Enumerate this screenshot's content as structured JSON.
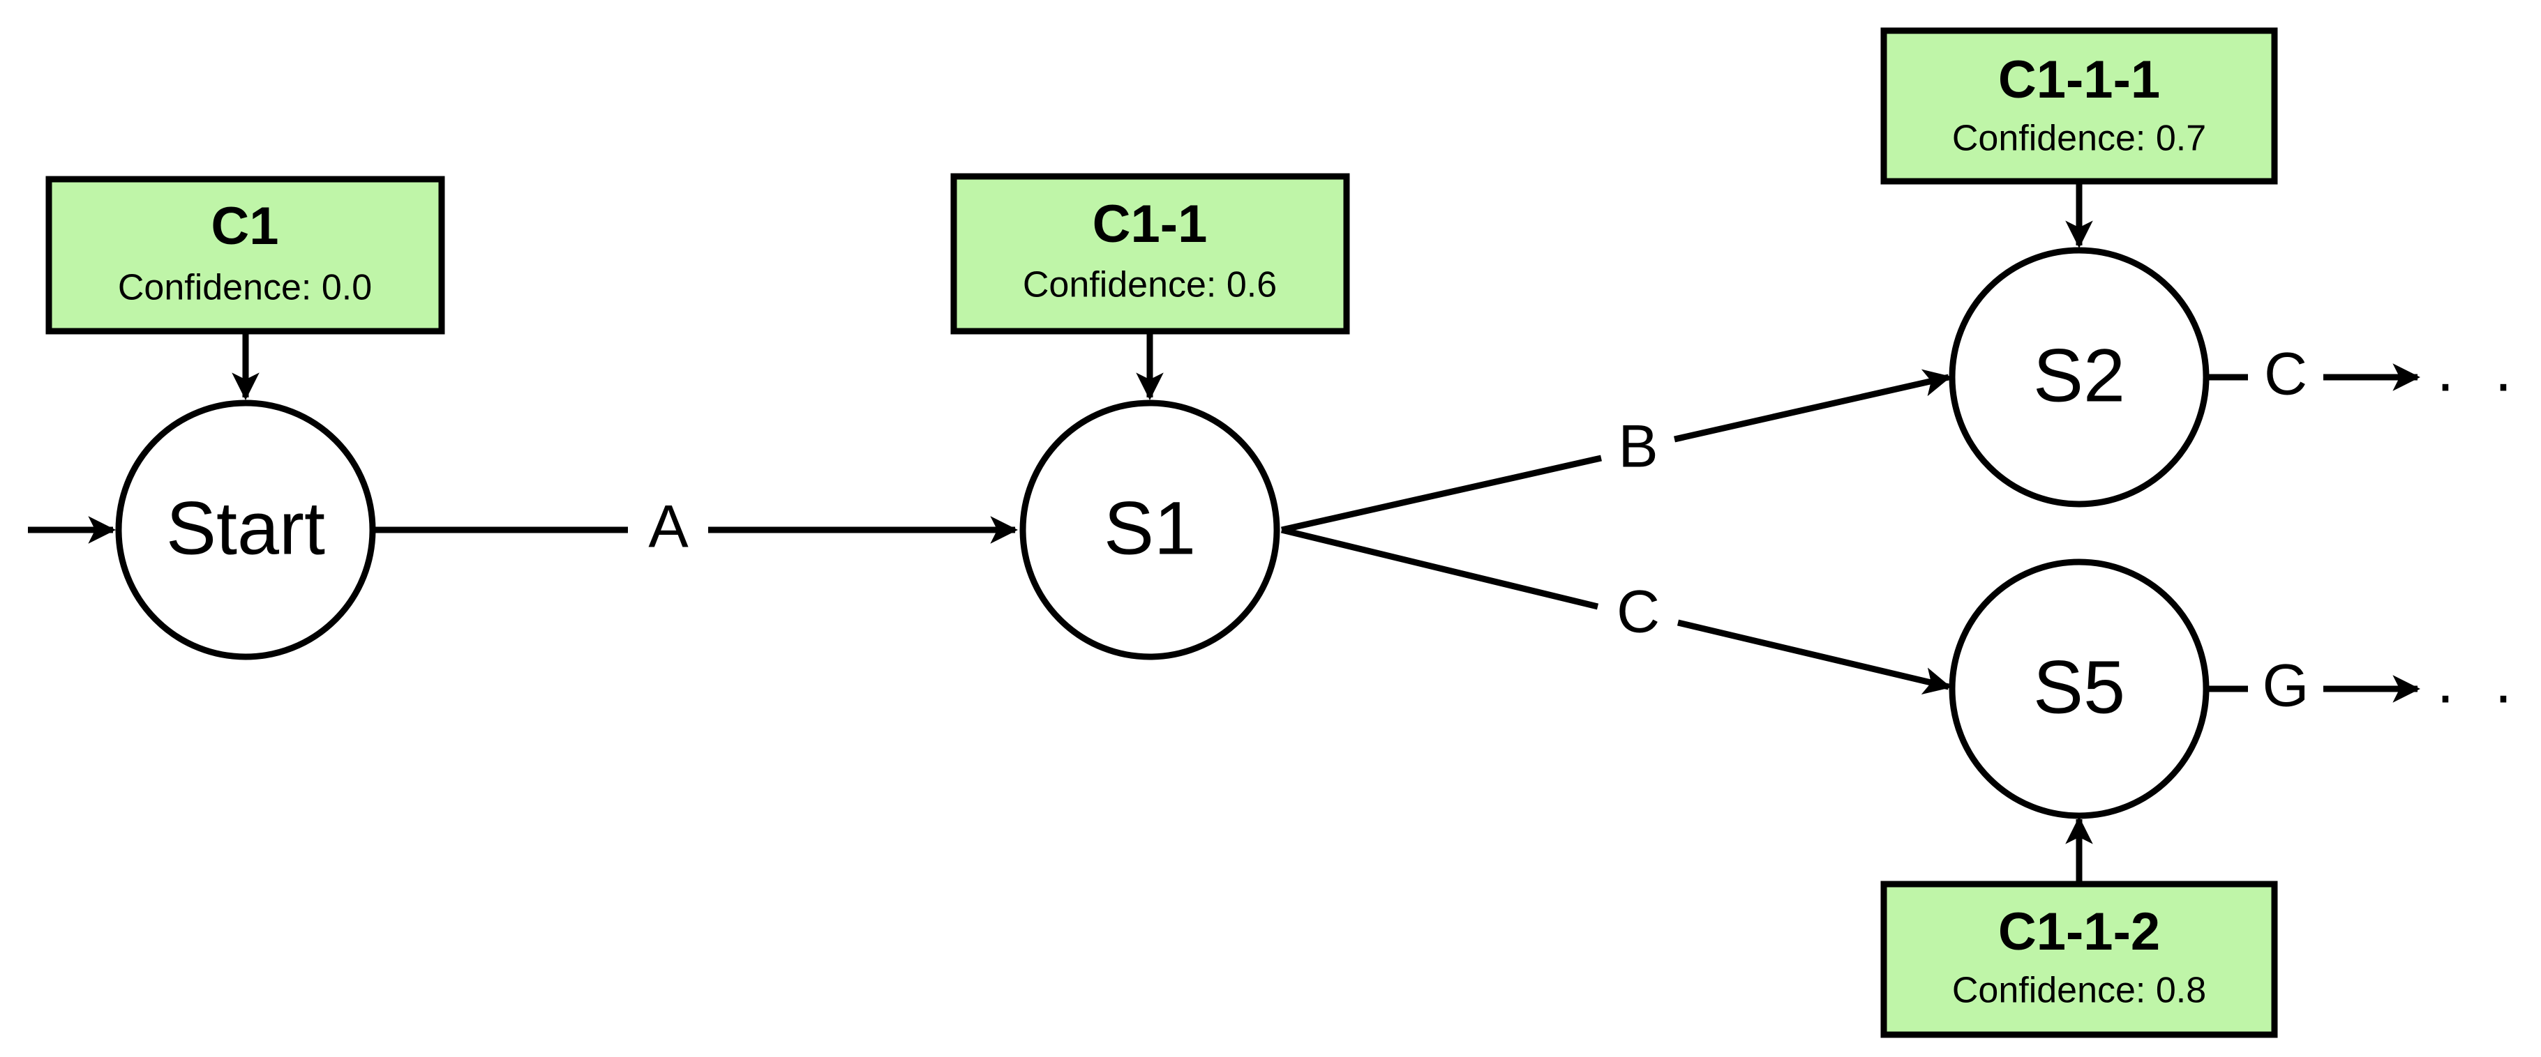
{
  "colors": {
    "confidence_box_fill": "#bff5a8",
    "stroke": "#000000",
    "node_fill": "#ffffff"
  },
  "nodes": [
    {
      "id": "start",
      "label": "Start"
    },
    {
      "id": "s1",
      "label": "S1"
    },
    {
      "id": "s2",
      "label": "S2"
    },
    {
      "id": "s5",
      "label": "S5"
    }
  ],
  "edges": [
    {
      "from": "entry",
      "to": "Start",
      "label": ""
    },
    {
      "from": "Start",
      "to": "S1",
      "label": "A"
    },
    {
      "from": "S1",
      "to": "S2",
      "label": "B"
    },
    {
      "from": "S1",
      "to": "S5",
      "label": "C"
    },
    {
      "from": "S2",
      "to": "continuation",
      "label": "C"
    },
    {
      "from": "S5",
      "to": "continuation",
      "label": "G"
    }
  ],
  "continuation_marker": "· · ·",
  "confidence_boxes": [
    {
      "id": "c1",
      "title": "C1",
      "confidence_text": "Confidence: 0.0",
      "confidence": 0.0,
      "attached_to": "Start"
    },
    {
      "id": "c1-1",
      "title": "C1-1",
      "confidence_text": "Confidence: 0.6",
      "confidence": 0.6,
      "attached_to": "S1"
    },
    {
      "id": "c1-1-1",
      "title": "C1-1-1",
      "confidence_text": "Confidence: 0.7",
      "confidence": 0.7,
      "attached_to": "S2"
    },
    {
      "id": "c1-1-2",
      "title": "C1-1-2",
      "confidence_text": "Confidence: 0.8",
      "confidence": 0.8,
      "attached_to": "S5"
    }
  ]
}
